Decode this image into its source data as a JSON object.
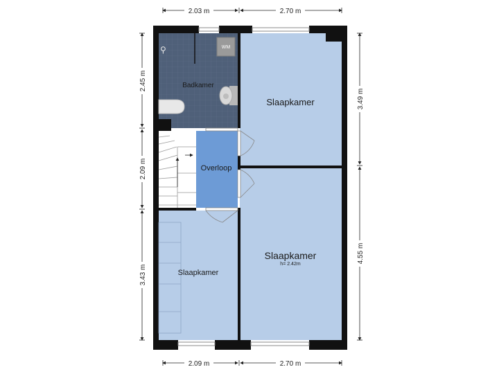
{
  "rooms": {
    "bathroom": {
      "label": "Badkamer",
      "fixture_wm": "WM"
    },
    "bedroom_top_right": {
      "label": "Slaapkamer"
    },
    "landing": {
      "label": "Overloop"
    },
    "bedroom_bottom_right": {
      "label": "Slaapkamer",
      "height_note": "h= 2.42m"
    },
    "bedroom_bottom_left": {
      "label": "Slaapkamer"
    }
  },
  "dimensions": {
    "top": [
      "2.03 m",
      "2.70 m"
    ],
    "bottom": [
      "2.09 m",
      "2.70 m"
    ],
    "left": [
      "2.45 m",
      "2.09 m",
      "3.43 m"
    ],
    "right": [
      "3.49 m",
      "4.55 m"
    ]
  },
  "colors": {
    "bathroom": "#4f6079",
    "bedroom": "#b7cde8",
    "landing": "#6d9bd6",
    "wall": "#111111"
  }
}
